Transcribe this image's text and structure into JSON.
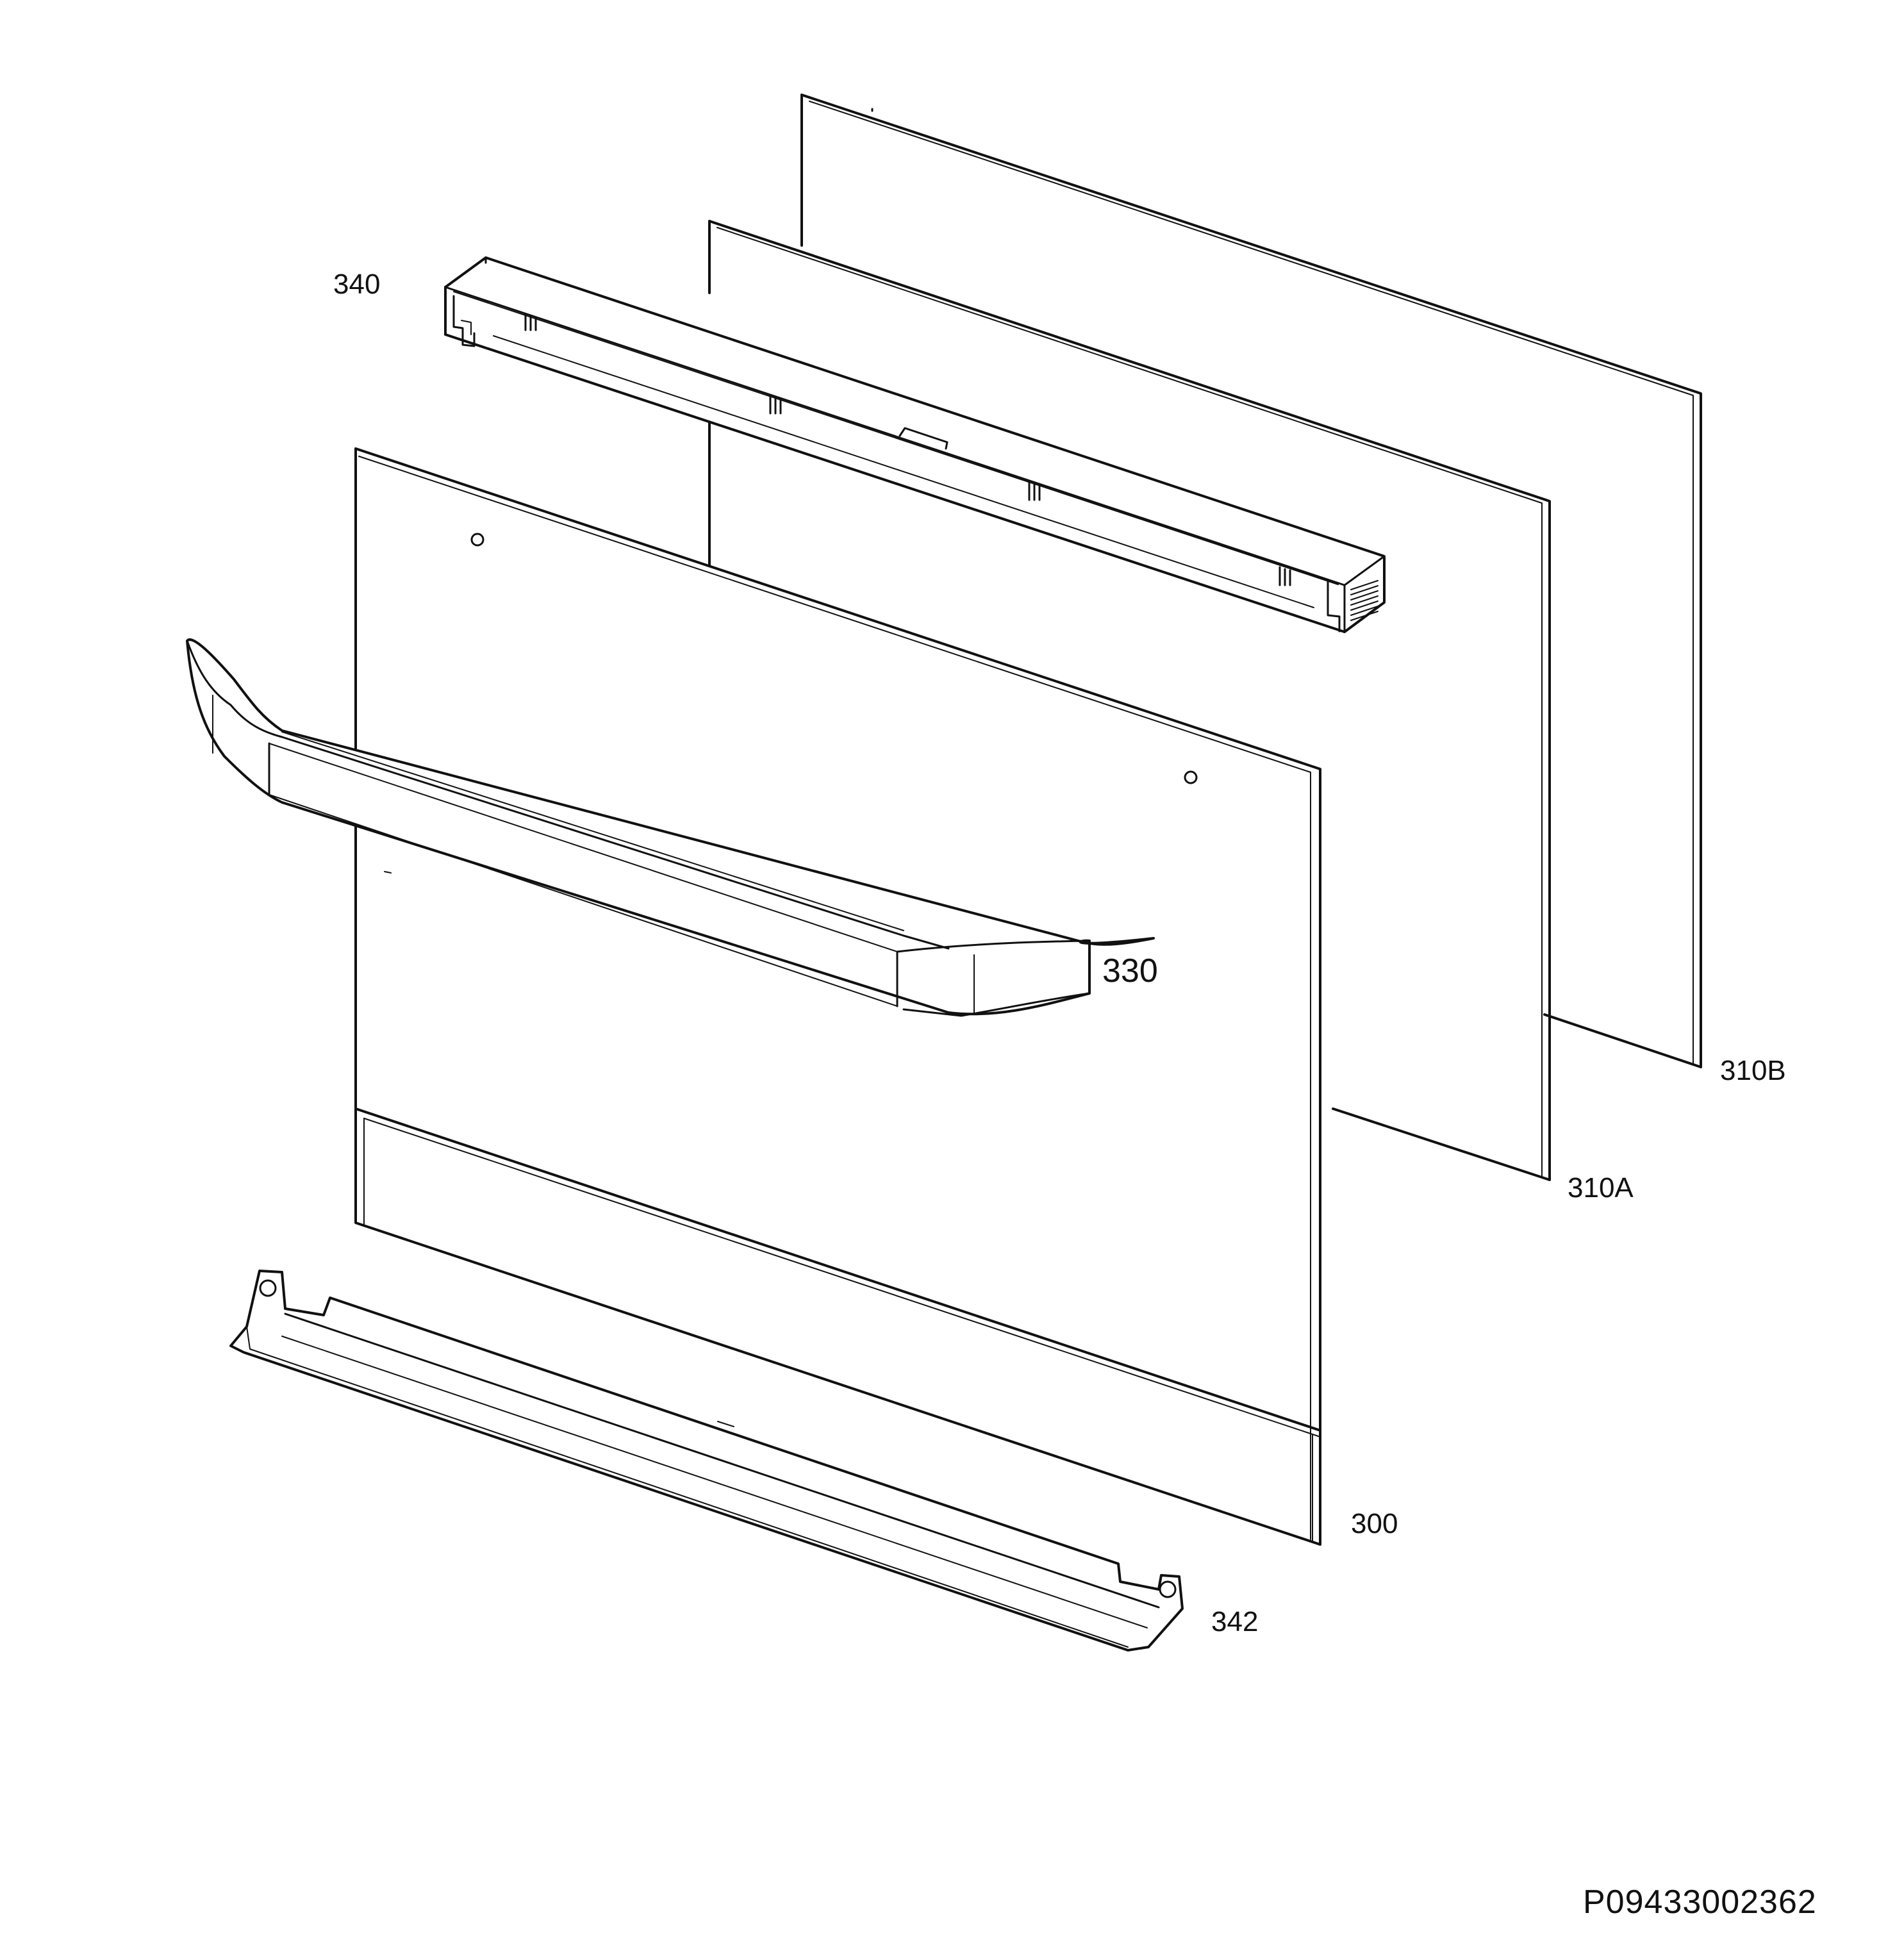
{
  "diagram": {
    "drawing_number": "P09433002362",
    "parts": [
      {
        "id": "300",
        "label": "300"
      },
      {
        "id": "310A",
        "label": "310A"
      },
      {
        "id": "310B",
        "label": "310B"
      },
      {
        "id": "330",
        "label": "330"
      },
      {
        "id": "340",
        "label": "340"
      },
      {
        "id": "342",
        "label": "342"
      }
    ],
    "line_color": "#111111",
    "background_color": "#ffffff"
  }
}
